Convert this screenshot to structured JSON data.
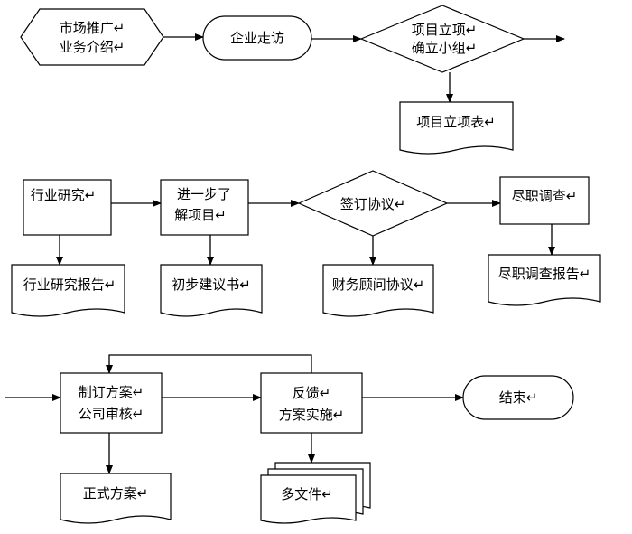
{
  "diagram": {
    "row1": {
      "marketing": [
        "市场推广↵",
        "业务介绍↵"
      ],
      "visit": "企业走访",
      "establish": [
        "项目立项↵",
        "确立小组↵"
      ],
      "establish_form": "项目立项表↵"
    },
    "row2": {
      "research": "行业研究↵",
      "understand": [
        "进一步了",
        "解项目↵"
      ],
      "sign": "签订协议↵",
      "due_diligence": "尽职调查↵",
      "research_report": "行业研究报告↵",
      "proposal": "初步建议书↵",
      "advisory_agreement": "财务顾问协议↵",
      "dd_report": "尽职调查报告↵"
    },
    "row3": {
      "plan": [
        "制订方案↵",
        "公司审核↵"
      ],
      "feedback": [
        "反馈↵",
        "方案实施↵"
      ],
      "end": "结束↵",
      "formal_plan": "正式方案↵",
      "documents": "多文件↵"
    }
  }
}
